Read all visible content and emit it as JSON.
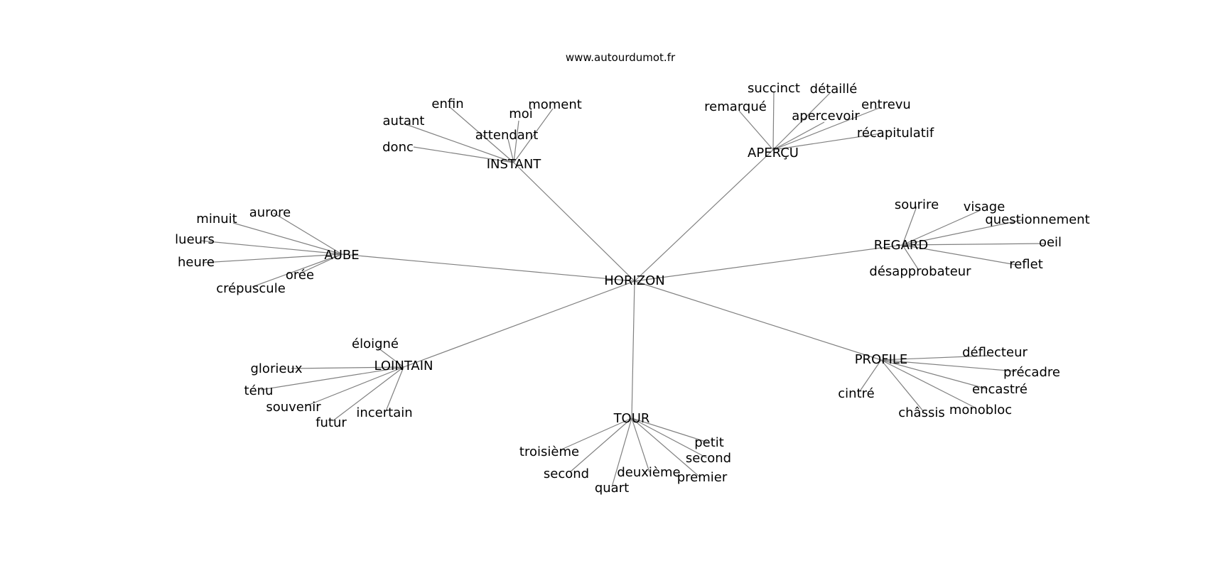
{
  "header": {
    "site": "www.autourdumot.fr"
  },
  "colors": {
    "edge": "#808080",
    "text": "#000000",
    "background": "#ffffff"
  },
  "graph": {
    "center": "HORIZON",
    "clusters": [
      {
        "id": "instant",
        "label": "INSTANT",
        "words": [
          "enfin",
          "moment",
          "autant",
          "moi",
          "attendant",
          "donc"
        ]
      },
      {
        "id": "apercu",
        "label": "APERÇU",
        "words": [
          "succinct",
          "détaillé",
          "remarqué",
          "entrevu",
          "apercevoir",
          "récapitulatif"
        ]
      },
      {
        "id": "aube",
        "label": "AUBE",
        "words": [
          "aurore",
          "minuit",
          "lueurs",
          "heure",
          "orée",
          "crépuscule"
        ]
      },
      {
        "id": "regard",
        "label": "REGARD",
        "words": [
          "sourire",
          "visage",
          "questionnement",
          "oeil",
          "reflet",
          "désapprobateur"
        ]
      },
      {
        "id": "lointain",
        "label": "LOINTAIN",
        "words": [
          "éloigné",
          "glorieux",
          "ténu",
          "souvenir",
          "futur",
          "incertain"
        ]
      },
      {
        "id": "profile",
        "label": "PROFILE",
        "words": [
          "déflecteur",
          "précadre",
          "encastré",
          "monobloc",
          "châssis",
          "cintré"
        ]
      },
      {
        "id": "tour",
        "label": "TOUR",
        "words": [
          "troisième",
          "second",
          "quart",
          "deuxième",
          "premier",
          "second",
          "petit"
        ]
      }
    ]
  }
}
